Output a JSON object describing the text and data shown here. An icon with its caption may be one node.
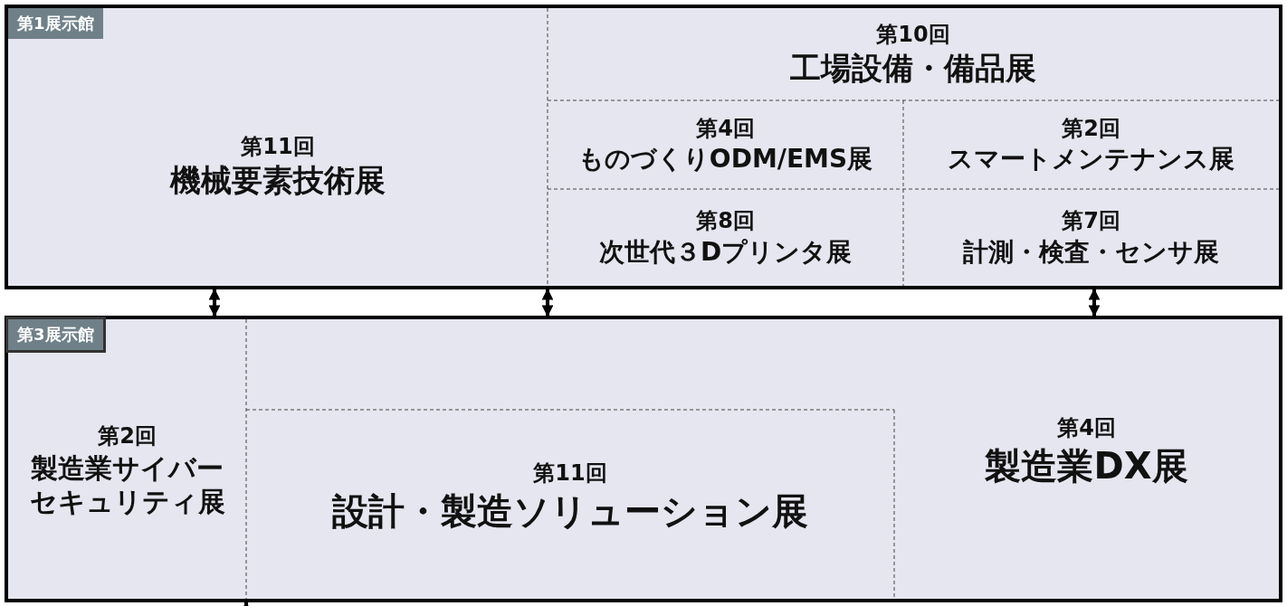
{
  "diagram": {
    "nodes": [
      {
        "text": [
          "第1展示館"
        ]
      },
      {
        "text": [
          "第11回",
          "機械要素技術展"
        ],
        "in": 0
      },
      {
        "text": [
          "第10回",
          "工場設備・備品展"
        ],
        "in": 0
      },
      {
        "text": [
          "第4回",
          "ものづくりODM/EMS展"
        ],
        "in": 0
      },
      {
        "text": [
          "第2回",
          "スマートメンテナンス展"
        ],
        "in": 0
      },
      {
        "text": [
          "第8回",
          "次世代３Dプリンタ展"
        ],
        "in": 0
      },
      {
        "text": [
          "第7回",
          "計測・検査・センサ展"
        ],
        "in": 0
      },
      {
        "text": [
          "第3展示館"
        ]
      },
      {
        "text": [
          "第2回",
          "製造業サイバーセキュリティ展"
        ],
        "in": 7
      },
      {
        "text": [
          "第11回",
          "設計・製造ソリューション展"
        ],
        "in": 7
      },
      {
        "text": [
          "第4回",
          "製造業DX展"
        ],
        "in": 7
      }
    ],
    "edges": [
      {
        "from": 0,
        "to": 7,
        "arrow": "both"
      },
      {
        "from": 0,
        "to": 7,
        "arrow": "both"
      },
      {
        "from": 0,
        "to": 7,
        "arrow": "both"
      },
      {
        "from": null,
        "to": 7,
        "arrow": "to"
      }
    ]
  }
}
